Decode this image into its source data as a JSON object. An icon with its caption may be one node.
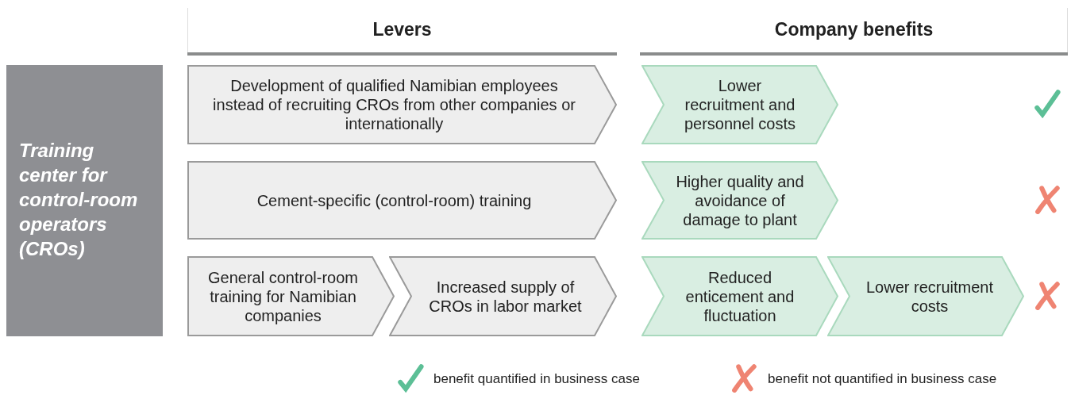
{
  "diagram": {
    "nodes": [
      {
        "text": [
          "Training center for control-room operators (CROs)"
        ]
      },
      {
        "text": [
          "Development of qualified Namibian employees instead of recruiting CROs from other companies or internationally"
        ]
      },
      {
        "text": [
          "Lower recruitment and personnel costs"
        ]
      },
      {
        "text": [
          "Cement-specific (control-room) training"
        ]
      },
      {
        "text": [
          "Higher quality and avoidance of damage to plant"
        ]
      },
      {
        "text": [
          "General control-room training for Namibian companies"
        ]
      },
      {
        "text": [
          "Increased supply of CROs in labor market"
        ]
      },
      {
        "text": [
          "Reduced enticement and fluctuation"
        ]
      },
      {
        "text": [
          "Lower recruitment costs"
        ]
      }
    ],
    "edges": [],
    "labels": [
      "Levers",
      "Company benefits"
    ],
    "legend": [
      {
        "text": "benefit quantified in business case"
      },
      {
        "text": "benefit not quantified in business case"
      }
    ]
  }
}
